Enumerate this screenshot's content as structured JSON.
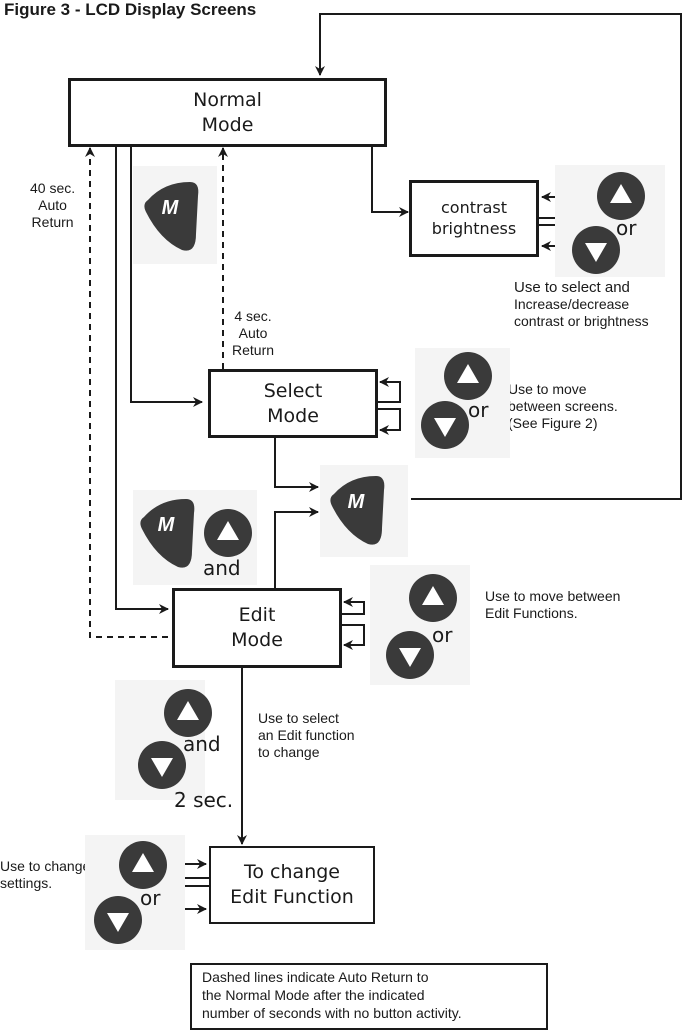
{
  "title": "Figure 3 - LCD Display Screens",
  "boxes": {
    "normal": {
      "line1": "Normal",
      "line2": "Mode"
    },
    "contrast": {
      "line1": "contrast",
      "line2": "brightness"
    },
    "select": {
      "line1": "Select",
      "line2": "Mode"
    },
    "edit": {
      "line1": "Edit",
      "line2": "Mode"
    },
    "change": {
      "line1": "To change",
      "line2": "Edit Function"
    }
  },
  "auto_return": {
    "long": {
      "line1": "40 sec.",
      "line2": "Auto",
      "line3": "Return"
    },
    "short": {
      "line1": "4 sec.",
      "line2": "Auto",
      "line3": "Return"
    }
  },
  "notes": {
    "contrast": {
      "line1": "Use to select and",
      "line2": "Increase/decrease",
      "line3": "contrast or brightness"
    },
    "select": {
      "line1": "Use to move",
      "line2": "between screens.",
      "line3": "(See Figure 2)"
    },
    "edit": {
      "line1": "Use to move between",
      "line2": "Edit Functions."
    },
    "edit_select": {
      "line1": "Use to select",
      "line2": "an Edit function",
      "line3": "to change"
    },
    "change": {
      "line1": "Use to change",
      "line2": "settings."
    }
  },
  "connectors": {
    "or": "or",
    "and": "and",
    "hold": "2 sec."
  },
  "button_glyphs": {
    "mode": "M",
    "up": "up-arrow",
    "down": "down-arrow"
  },
  "legend": {
    "line1": "Dashed lines indicate Auto Return to",
    "line2": "the Normal Mode after the indicated",
    "line3": "number of seconds with no button activity."
  },
  "colors": {
    "line": "#1a1a1a",
    "button": "#3a3a3a",
    "button_glyph": "#ffffff"
  }
}
